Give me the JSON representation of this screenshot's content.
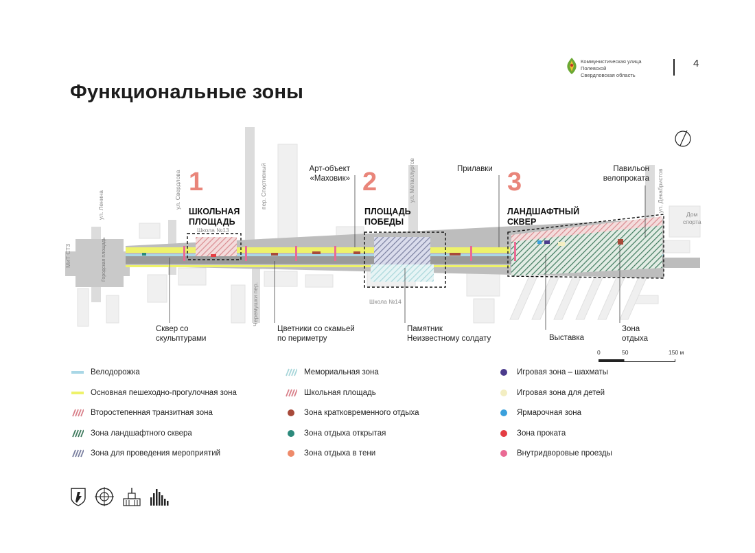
{
  "title": "Функциональные зоны",
  "header": {
    "line1": "Коммунистическая улица",
    "line2": "Полевской",
    "line3": "Свердловская область",
    "page_number": "4",
    "logo_icon": "polevskoy-coat-of-arms-icon"
  },
  "zones": [
    {
      "number": "1",
      "title_line1": "ШКОЛЬНАЯ",
      "title_line2": "ПЛОЩАДЬ"
    },
    {
      "number": "2",
      "title_line1": "ПЛОЩАДЬ",
      "title_line2": "ПОБЕДЫ"
    },
    {
      "number": "3",
      "title_line1": "ЛАНДШАФТНЫЙ",
      "title_line2": "СКВЕР"
    }
  ],
  "map_labels": {
    "streets": {
      "lenina": "ул. Ленина",
      "sverdlova": "ул. Свердлова",
      "sportivny": "пер. Спортивный",
      "metallurgov": "ул. Металлургов",
      "dekabristov": "ул. Декабристов",
      "chernyshev": "Черемушки пер.",
      "ms13": "МиТ СТ3",
      "gorodskaya": "Городская площадь"
    },
    "school13": "Школа №13",
    "school14": "Школа №14",
    "sport_line1": "Дом",
    "sport_line2": "спорта"
  },
  "annotations": {
    "art_object_line1": "Арт-объект",
    "art_object_line2": "«Маховик»",
    "stalls": "Прилавки",
    "pavilion_line1": "Павильон",
    "pavilion_line2": "велопроката",
    "skver_line1": "Сквер со",
    "skver_line2": "скульптурами",
    "flowerbeds_line1": "Цветники со скамьей",
    "flowerbeds_line2": "по периметру",
    "monument_line1": "Памятник",
    "monument_line2": "Неизвестному солдату",
    "exhibition": "Выставка",
    "rest_line1": "Зона",
    "rest_line2": "отдыха"
  },
  "scale": {
    "v0": "0",
    "v1": "50",
    "v2": "150 м"
  },
  "legend": {
    "col1": [
      {
        "label": "Велодорожка",
        "color": "#a9d7e6",
        "kind": "line"
      },
      {
        "label": "Основная пешеходно-прогулочная зона",
        "color": "#eef26a",
        "kind": "line"
      },
      {
        "label": "Второстепенная транзитная зона",
        "color": "#d9808a",
        "kind": "hatch"
      },
      {
        "label": "Зона ландшафтного сквера",
        "color": "#3f7a5e",
        "kind": "hatch"
      },
      {
        "label": "Зона для проведения мероприятий",
        "color": "#7a7fa0",
        "kind": "hatch"
      }
    ],
    "col2": [
      {
        "label": "Мемориальная зона",
        "color": "#a8d6da",
        "kind": "hatch"
      },
      {
        "label": "Школьная площадь",
        "color": "#d9808a",
        "kind": "hatch"
      },
      {
        "label": "Зона кратковременного отдыха",
        "color": "#a74a3a",
        "kind": "dot"
      },
      {
        "label": "Зона отдыха открытая",
        "color": "#2c8a7c",
        "kind": "dot"
      },
      {
        "label": "Зона отдыха в тени",
        "color": "#ee8a6a",
        "kind": "dot"
      }
    ],
    "col3": [
      {
        "label": "Игровая зона – шахматы",
        "color": "#4b3b8c",
        "kind": "dot"
      },
      {
        "label": "Игровая зона для детей",
        "color": "#f3eec2",
        "kind": "dot"
      },
      {
        "label": "Ярмарочная зона",
        "color": "#3aa0dc",
        "kind": "dot"
      },
      {
        "label": "Зона проката",
        "color": "#e43c42",
        "kind": "dot"
      },
      {
        "label": "Внутридворовые проезды",
        "color": "#ea6a94",
        "kind": "dot"
      }
    ]
  },
  "footer_logos": [
    "coat-of-arms-icon",
    "round-emblem-icon",
    "university-building-icon",
    "city-skyline-icon"
  ],
  "compass": "north-arrow-icon"
}
